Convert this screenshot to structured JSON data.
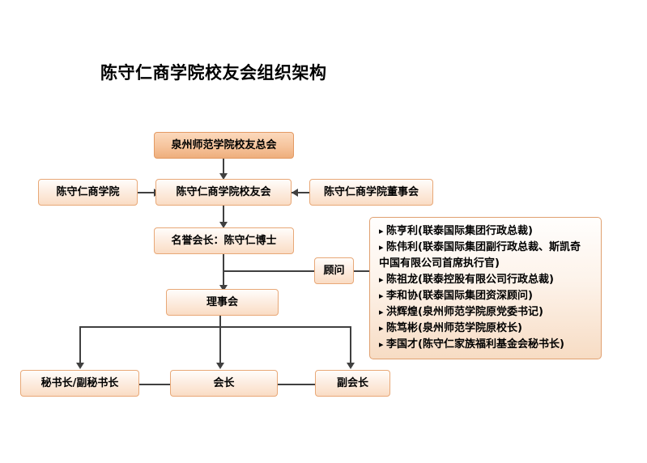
{
  "title": "陈守仁商学院校友会组织架构",
  "nodes": {
    "root": "泉州师范学院校友总会",
    "left_school": "陈守仁商学院",
    "alumni_assoc": "陈守仁商学院校友会",
    "board_of_directors": "陈守仁商学院董事会",
    "honorary_president": "名誉会长：陈守仁博士",
    "advisor": "顾问",
    "council": "理事会",
    "secretary_general": "秘书长/副秘书长",
    "president": "会长",
    "vice_president": "副会长"
  },
  "advisors": [
    {
      "bullet": "▸",
      "text": "陈亨利(联泰国际集团行政总裁)",
      "continuation": false
    },
    {
      "bullet": "▸",
      "text": "陈伟利(联泰国际集团副行政总裁、斯凯奇",
      "continuation": false
    },
    {
      "bullet": "",
      "text": "中国有限公司首席执行官)",
      "continuation": true
    },
    {
      "bullet": "▸",
      "text": "陈祖龙(联泰控股有限公司行政总裁)",
      "continuation": false
    },
    {
      "bullet": "▸",
      "text": "李和协(联泰国际集团资深顾问)",
      "continuation": false
    },
    {
      "bullet": "▸",
      "text": "洪辉煌(泉州师范学院原党委书记)",
      "continuation": false
    },
    {
      "bullet": "▸",
      "text": "陈笃彬(泉州师范学院原校长)",
      "continuation": false
    },
    {
      "bullet": "▸",
      "text": "李国才(陈守仁家族福利基金会秘书长)",
      "continuation": false
    }
  ],
  "colors": {
    "box_border": "#e8a877",
    "box_fill_top": "#fffdfb",
    "box_fill_bottom": "#fadcc4",
    "root_fill_top": "#fbd9bd",
    "root_fill_bottom": "#eeae7c",
    "connector": "#404040",
    "background": "#ffffff",
    "text": "#000000"
  }
}
